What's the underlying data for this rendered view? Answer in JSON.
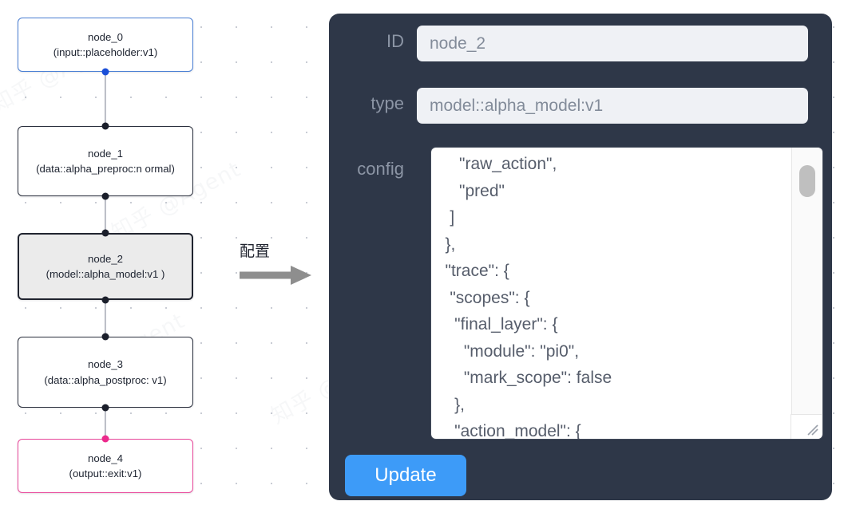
{
  "graph": {
    "nodes": [
      {
        "id": "node_0",
        "label": "node_0",
        "sublabel": "(input::placeholder:v1)",
        "style": "blue",
        "selected": false
      },
      {
        "id": "node_1",
        "label": "node_1",
        "sublabel": "(data::alpha_preproc:n\normal)",
        "style": "default",
        "selected": false
      },
      {
        "id": "node_2",
        "label": "node_2",
        "sublabel": "(model::alpha_model:v1\n)",
        "style": "default",
        "selected": true
      },
      {
        "id": "node_3",
        "label": "node_3",
        "sublabel": "(data::alpha_postproc:\nv1)",
        "style": "default",
        "selected": false
      },
      {
        "id": "node_4",
        "label": "node_4",
        "sublabel": "(output::exit:v1)",
        "style": "pink",
        "selected": false
      }
    ]
  },
  "annotation": {
    "arrow_label": "配置"
  },
  "panel": {
    "id_field": {
      "label": "ID",
      "value": "node_2"
    },
    "type_field": {
      "label": "type",
      "value": "model::alpha_model:v1"
    },
    "config_field": {
      "label": "config",
      "value": "      \"raw_action\",\n      \"pred\"\n    ]\n   },\n   \"trace\": {\n    \"scopes\": {\n     \"final_layer\": {\n       \"module\": \"pi0\",\n       \"mark_scope\": false\n     },\n     \"action_model\": {"
    },
    "update_button": "Update"
  },
  "colors": {
    "panel_bg": "#2e3748",
    "accent_blue": "#3d9bf8",
    "node_blue": "#4a7fd4",
    "node_pink": "#e8479a",
    "node_selected_bg": "#ebebeb"
  }
}
